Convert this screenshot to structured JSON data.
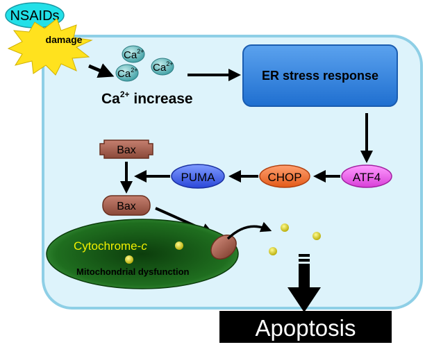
{
  "trigger": {
    "drug": "NSAIDs",
    "effect": "damage"
  },
  "calcium": {
    "ion": "Ca",
    "charge": "2+",
    "increase_prefix": "Ca",
    "increase_suffix": " increase"
  },
  "er_stress": "ER stress response",
  "pathway": {
    "atf4": "ATF4",
    "chop": "CHOP",
    "puma": "PUMA",
    "bax_inactive": "Bax",
    "bax_active": "Bax"
  },
  "mitochondria": {
    "cytochrome_prefix": "Cytochrome-",
    "cytochrome_italic": "c",
    "dysfunction": "Mitochondrial dysfunction"
  },
  "outcome": "Apoptosis",
  "colors": {
    "cell_fill": "#ddf3fb",
    "cell_stroke": "#8ecfe6",
    "er_box": "#2f7fdc",
    "atf4": "#e85ce6",
    "chop": "#ee7030",
    "puma": "#3d5fe8",
    "bax": "#a05a4a",
    "mito": "#1d6a1d",
    "cytochrome": "#d8d000"
  }
}
